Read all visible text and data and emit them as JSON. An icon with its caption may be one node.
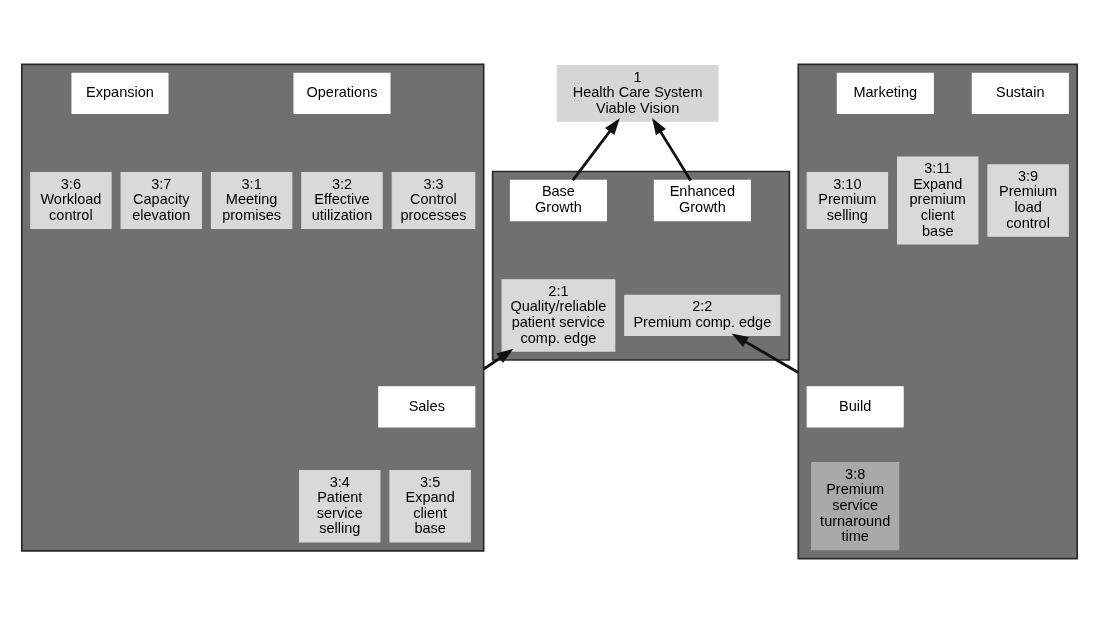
{
  "diagram": {
    "nodes": [
      {
        "text": [
          "1",
          "Health Care System Viable Vision"
        ]
      },
      {
        "text": [],
        "shape": "box"
      },
      {
        "text": [
          "Base Growth"
        ],
        "in": 1
      },
      {
        "text": [
          "2:1",
          "Quality/reliable patient service comp. edge"
        ],
        "in": 1
      },
      {
        "text": [
          "Enhanced Growth"
        ],
        "in": 1
      },
      {
        "text": [
          "2:2",
          "Premium comp. edge"
        ],
        "in": 1
      },
      {
        "text": [],
        "shape": "box"
      },
      {
        "text": [
          "Operations"
        ],
        "in": 6
      },
      {
        "text": [
          "3:1",
          "Meeting promises"
        ],
        "in": 6
      },
      {
        "text": [
          "3:2",
          "Effective utilization"
        ],
        "in": 6
      },
      {
        "text": [
          "3:3",
          "Control processes"
        ],
        "in": 6
      },
      {
        "text": [
          "Sales"
        ],
        "in": 6
      },
      {
        "text": [
          "3:4",
          "Patient service selling"
        ],
        "in": 6
      },
      {
        "text": [
          "3:5",
          "Expand client base"
        ],
        "in": 6
      },
      {
        "text": [
          "Expansion"
        ],
        "in": 6
      },
      {
        "text": [
          "3:6",
          "Workload control"
        ],
        "in": 6
      },
      {
        "text": [
          "3:7",
          "Capacity elevation"
        ],
        "in": 6
      },
      {
        "text": [],
        "shape": "box"
      },
      {
        "text": [
          "Build"
        ],
        "in": 17
      },
      {
        "text": [
          "3:8",
          "Premium service turnaround time"
        ],
        "in": 17
      },
      {
        "text": [
          "Sustain"
        ],
        "in": 17
      },
      {
        "text": [
          "3:9",
          "Premium load control"
        ],
        "in": 17
      },
      {
        "text": [
          "Marketing"
        ],
        "in": 17
      },
      {
        "text": [
          "3:10",
          "Premium selling"
        ],
        "in": 17
      },
      {
        "text": [
          "3:11",
          "Expand premium client base"
        ],
        "in": 17
      }
    ],
    "edges": [
      {
        "from": 2,
        "to": 0,
        "arrow": "to"
      },
      {
        "from": 4,
        "to": 0,
        "arrow": "to"
      },
      {
        "from": 6,
        "to": 3,
        "arrow": "to"
      },
      {
        "from": 17,
        "to": 5,
        "arrow": "to"
      }
    ]
  }
}
